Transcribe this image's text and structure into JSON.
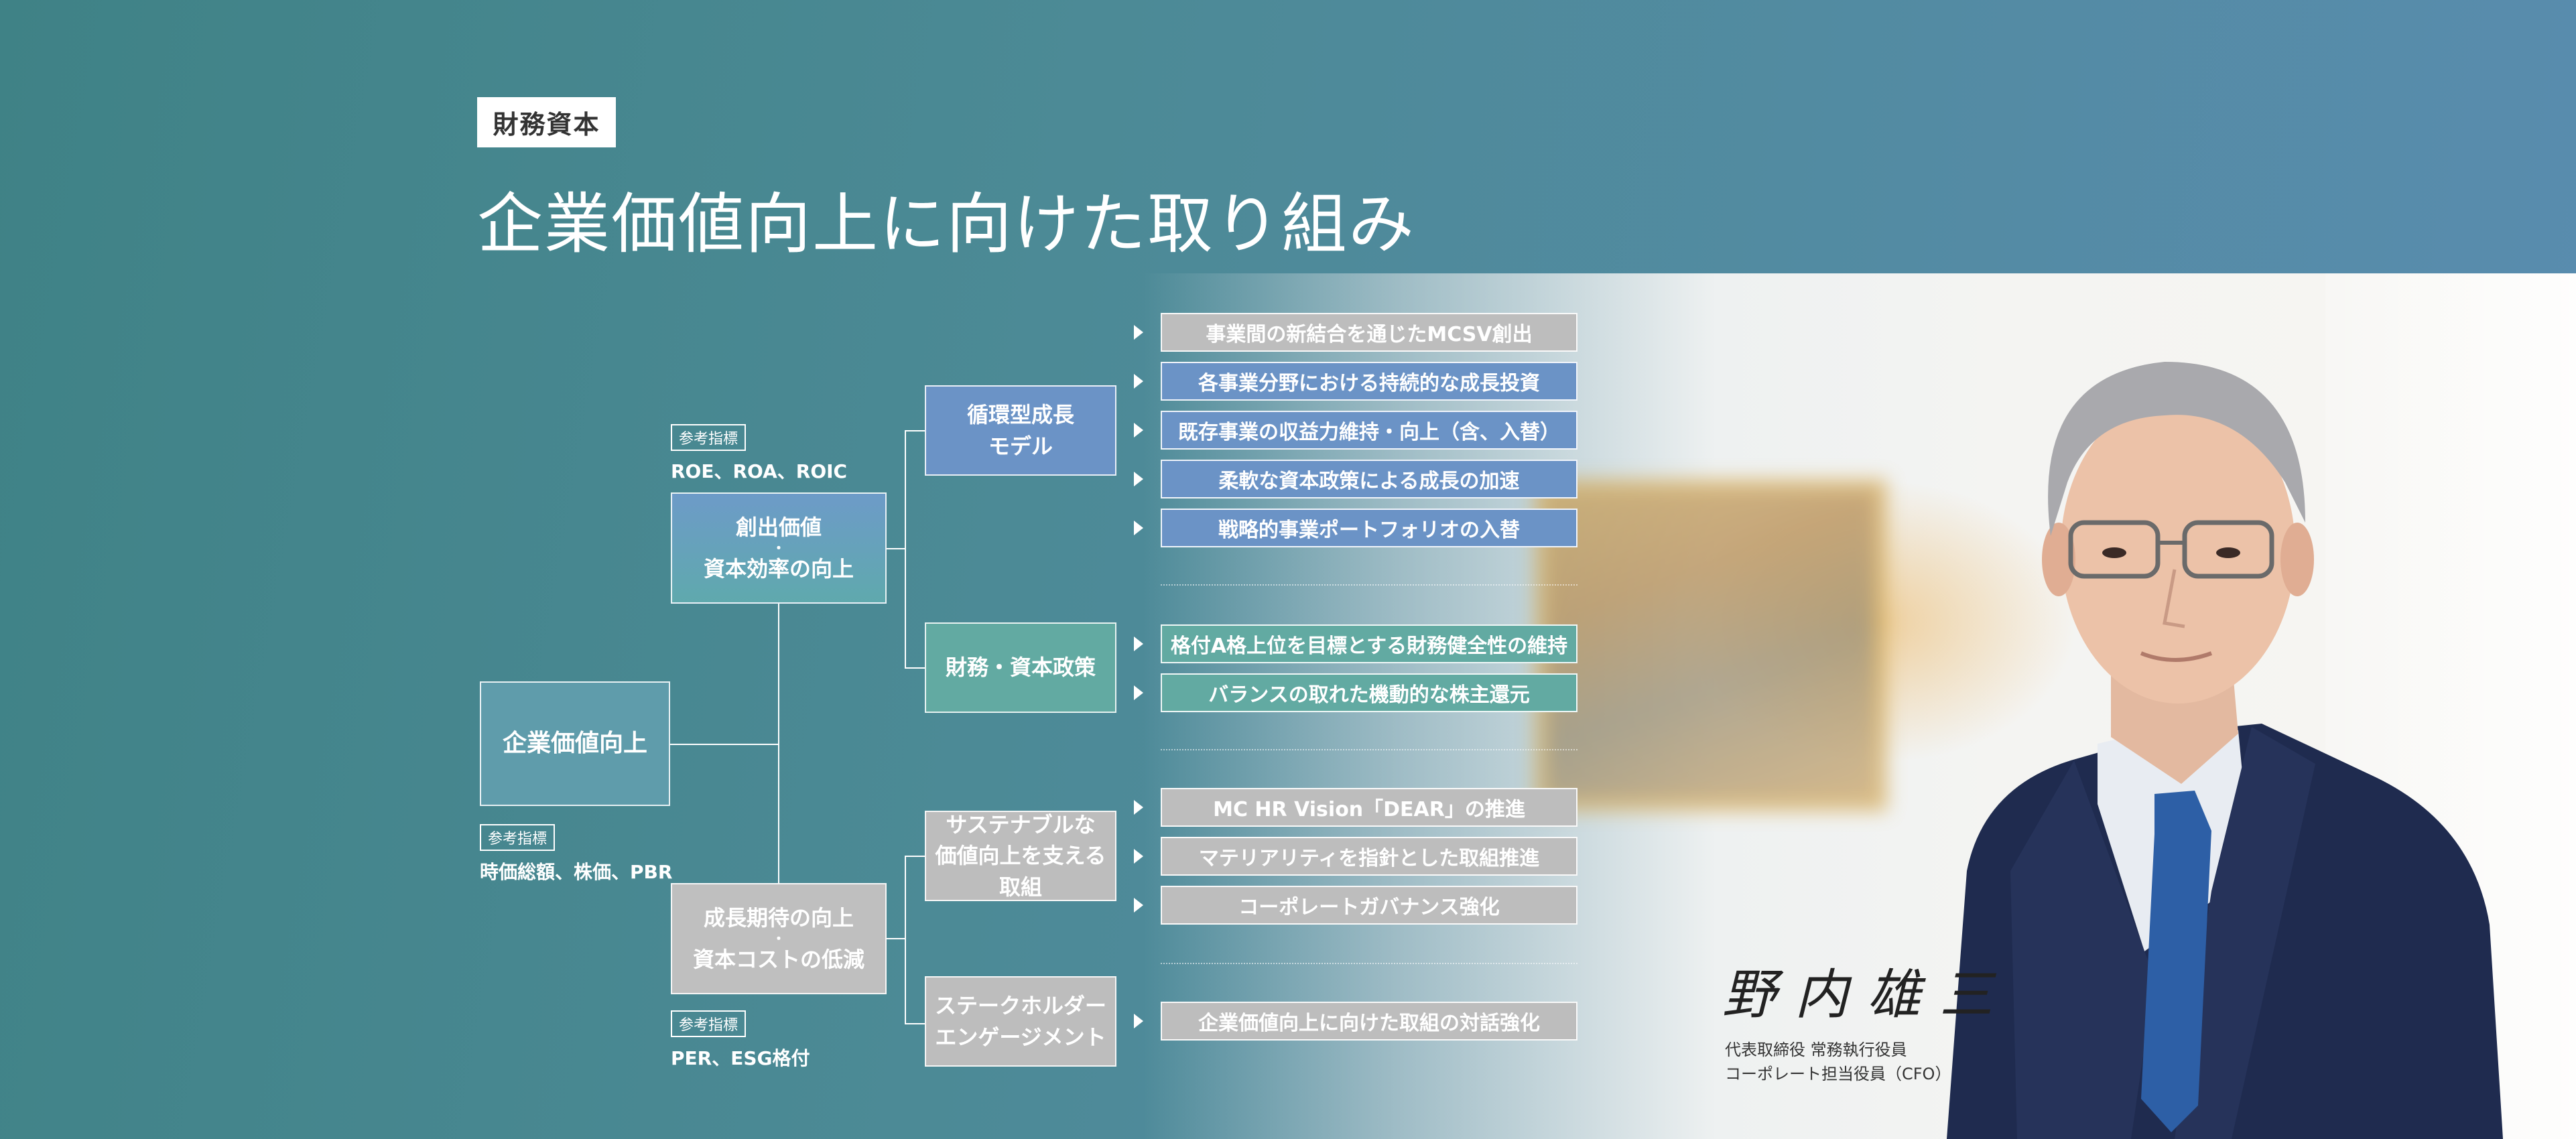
{
  "header": {
    "category_tag": "財務資本",
    "title": "企業価値向上に向けた取り組み"
  },
  "root": {
    "label": "企業価値向上",
    "ref_tag": "参考指標",
    "ref_text": "時価総額、株価、PBR"
  },
  "pillars": [
    {
      "line1": "創出価値",
      "dot": "・",
      "line2": "資本効率の向上",
      "ref_tag": "参考指標",
      "ref_text": "ROE、ROA、ROIC"
    },
    {
      "line1": "成長期待の向上",
      "dot": "・",
      "line2": "資本コストの低減",
      "ref_tag": "参考指標",
      "ref_text": "PER、ESG格付"
    }
  ],
  "strategies": [
    {
      "line1": "循環型成長",
      "line2": "モデル"
    },
    {
      "line1": "財務・資本政策"
    },
    {
      "line1": "サステナブルな",
      "line2": "価値向上を支える",
      "line3": "取組"
    },
    {
      "line1": "ステークホルダー",
      "line2": "エンゲージメント"
    }
  ],
  "actions": [
    "事業間の新結合を通じたMCSV創出",
    "各事業分野における持続的な成長投資",
    "既存事業の収益力維持・向上（含、入替）",
    "柔軟な資本政策による成長の加速",
    "戦略的事業ポートフォリオの入替",
    "格付A格上位を目標とする財務健全性の維持",
    "バランスの取れた機動的な株主還元",
    "MC HR Vision「DEAR」の推進",
    "マテリアリティを指針とした取組推進",
    "コーポレートガバナンス強化",
    "企業価値向上に向けた取組の対話強化"
  ],
  "executive": {
    "signature": "野内雄三",
    "title_line1": "代表取締役 常務執行役員",
    "title_line2": "コーポレート担当役員（CFO）"
  },
  "colors": {
    "blue_box": "#6b93c6",
    "teal_box": "#62aaa2",
    "gray_box": "#bdbdbd"
  }
}
